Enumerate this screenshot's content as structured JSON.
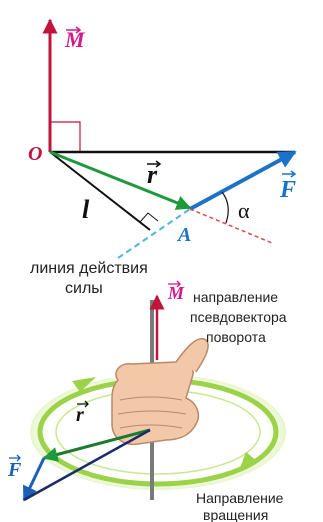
{
  "top_figure": {
    "vector_M_label": "M",
    "origin_label": "O",
    "radius_label": "r",
    "force_label": "F",
    "lever_arm_label": "l",
    "point_label": "A",
    "angle_label": "α",
    "caption_line1": "линия действия",
    "caption_line2": "силы"
  },
  "bottom_figure": {
    "vector_M_label": "M",
    "pseudovector_line1": "направление",
    "pseudovector_line2": "псевдовектора",
    "pseudovector_line3": "поворота",
    "radius_label": "r",
    "force_label": "F",
    "rotation_line1": "Направление",
    "rotation_line2": "вращения"
  },
  "colors": {
    "vector_M": "#c0143c",
    "vector_r": "#1e9a3c",
    "vector_F": "#1a73c8",
    "lever_arm": "#111111",
    "action_line": "#4fb8e0",
    "angle_dashed": "#d94a4a",
    "label_M": "#d21b8a",
    "rotation_ring": "#9bd24a",
    "text": "#222222",
    "skin": "#f2c8a8"
  }
}
